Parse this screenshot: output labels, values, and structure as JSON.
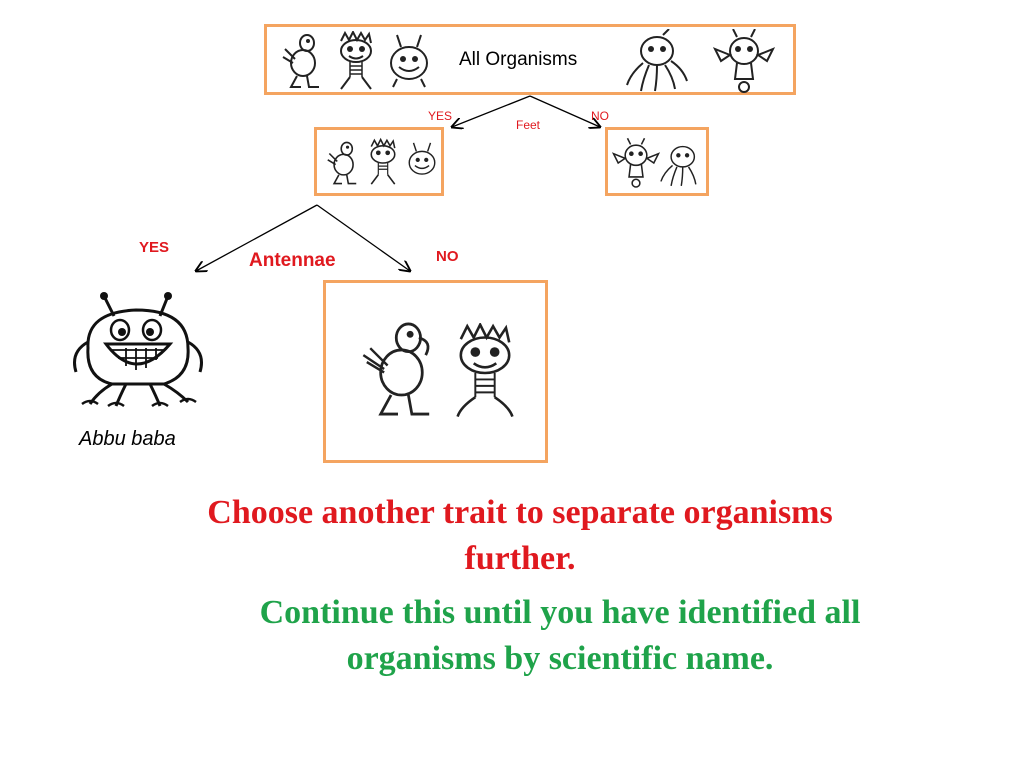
{
  "root": {
    "title": "All Organisms"
  },
  "split1": {
    "trait": "Feet",
    "yes": "YES",
    "no": "NO"
  },
  "split2": {
    "trait": "Antennae",
    "yes": "YES",
    "no": "NO"
  },
  "leaf": {
    "name": "Abbu baba"
  },
  "instructions": {
    "line1": "Choose another trait to separate organisms further.",
    "line2": "Continue this until you have identified all organisms by scientific name."
  },
  "colors": {
    "box_border": "#f4a460",
    "red_text": "#e0191f",
    "green_text": "#1fa34a"
  }
}
